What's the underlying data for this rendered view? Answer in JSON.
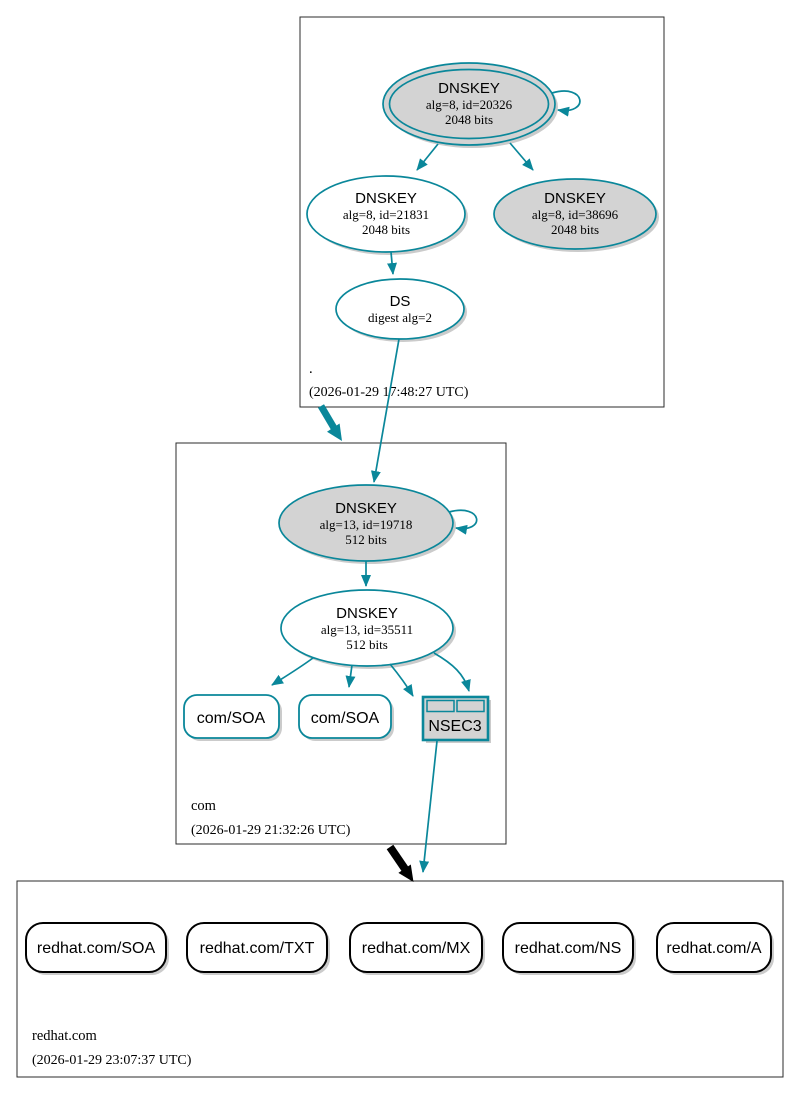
{
  "diagram_type": "dnssec-authentication-chain",
  "colors": {
    "secure_edge": "#0a879a",
    "insecure_delegation_edge": "#000000",
    "key_fill_gray": "#d3d3d3",
    "node_fill_white": "#ffffff",
    "zone_box_border": "#2b2b2b",
    "text": "#000000"
  },
  "zones": [
    {
      "label": ".",
      "timestamp": "(2026-01-29 17:48:27 UTC)",
      "nodes": {
        "ksk": {
          "title": "DNSKEY",
          "detail1": "alg=8, id=20326",
          "detail2": "2048 bits"
        },
        "zsk": {
          "title": "DNSKEY",
          "detail1": "alg=8, id=21831",
          "detail2": "2048 bits"
        },
        "key2": {
          "title": "DNSKEY",
          "detail1": "alg=8, id=38696",
          "detail2": "2048 bits"
        },
        "ds": {
          "title": "DS",
          "detail1": "digest alg=2"
        }
      }
    },
    {
      "label": "com",
      "timestamp": "(2026-01-29 21:32:26 UTC)",
      "nodes": {
        "ksk": {
          "title": "DNSKEY",
          "detail1": "alg=13, id=19718",
          "detail2": "512 bits"
        },
        "zsk": {
          "title": "DNSKEY",
          "detail1": "alg=13, id=35511",
          "detail2": "512 bits"
        },
        "soa1": {
          "label": "com/SOA"
        },
        "soa2": {
          "label": "com/SOA"
        },
        "nsec3": {
          "label": "NSEC3"
        }
      }
    },
    {
      "label": "redhat.com",
      "timestamp": "(2026-01-29 23:07:37 UTC)",
      "rrsets": [
        {
          "label": "redhat.com/SOA"
        },
        {
          "label": "redhat.com/TXT"
        },
        {
          "label": "redhat.com/MX"
        },
        {
          "label": "redhat.com/NS"
        },
        {
          "label": "redhat.com/A"
        }
      ]
    }
  ]
}
